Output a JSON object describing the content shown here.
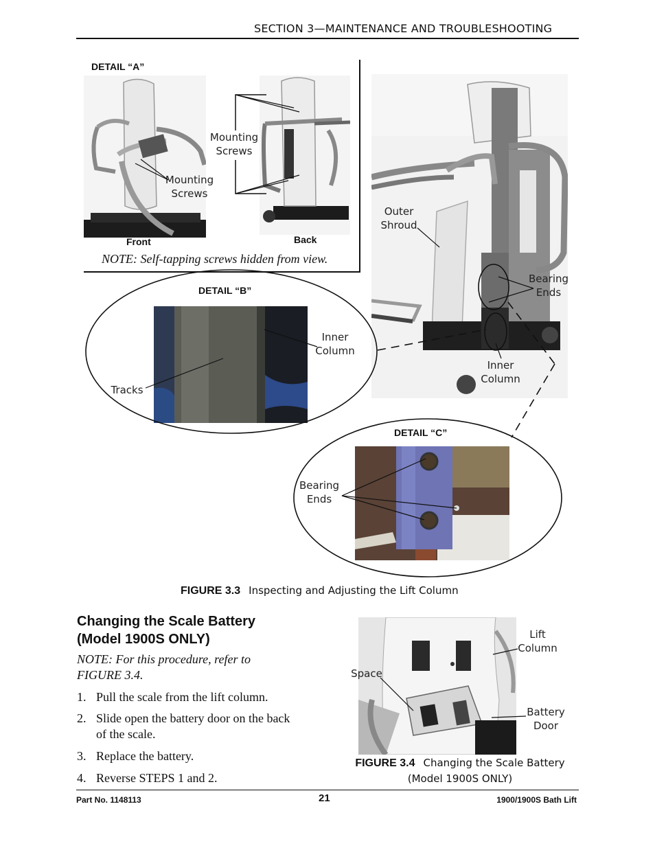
{
  "header": {
    "section": "SECTION 3—MAINTENANCE AND TROUBLESHOOTING"
  },
  "figure33": {
    "detail_a": {
      "title": "DETAIL “A”",
      "front_label": "Front",
      "back_label": "Back",
      "mounting_screws_front": "Mounting\nScrews",
      "mounting_screws_back": "Mounting\nScrews",
      "note": "NOTE: Self-tapping screws hidden from view."
    },
    "main_photo": {
      "outer_shroud": "Outer\nShroud",
      "bearing_ends": "Bearing\nEnds",
      "inner_column": "Inner\nColumn"
    },
    "detail_b": {
      "title": "DETAIL “B”",
      "inner_column": "Inner\nColumn",
      "tracks": "Tracks"
    },
    "detail_c": {
      "title": "DETAIL “C”",
      "bearing_ends": "Bearing\nEnds"
    },
    "caption_label": "FIGURE 3.3",
    "caption_text": "Inspecting and Adjusting the Lift Column"
  },
  "section": {
    "heading_line1": "Changing the Scale Battery",
    "heading_line2": "(Model 1900S ONLY)",
    "note_line1": "NOTE: For this procedure, refer to",
    "note_line2": "FIGURE 3.4.",
    "steps": [
      {
        "num": "1.",
        "text": "Pull the scale from the lift column."
      },
      {
        "num": "2.",
        "text": "Slide open the battery door on the back",
        "text2": "of the scale."
      },
      {
        "num": "3.",
        "text": "Replace the battery."
      },
      {
        "num": "4.",
        "text": "Reverse STEPS 1 and 2."
      }
    ]
  },
  "figure34": {
    "lift_column": "Lift\nColumn",
    "space": "Space",
    "battery_door": "Battery\nDoor",
    "caption_label": "FIGURE 3.4",
    "caption_text": "Changing the Scale Battery",
    "caption_text2": "(Model 1900S ONLY)"
  },
  "footer": {
    "part_no": "Part No. 1148113",
    "page": "21",
    "product": "1900/1900S Bath Lift"
  }
}
